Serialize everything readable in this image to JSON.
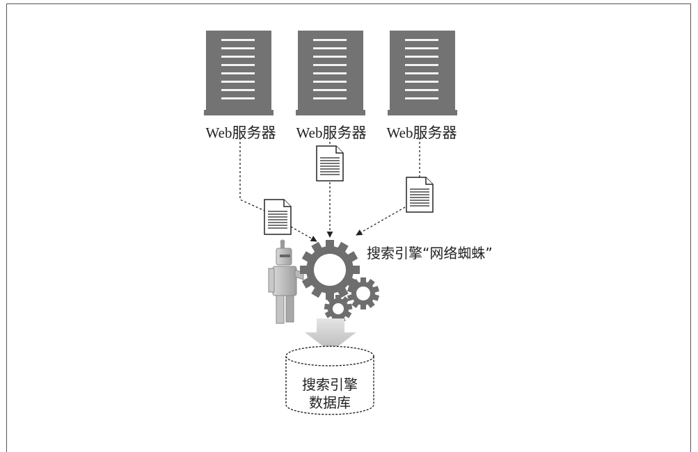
{
  "servers": [
    {
      "label": "Web服务器"
    },
    {
      "label": "Web服务器"
    },
    {
      "label": "Web服务器"
    }
  ],
  "spider": {
    "label": "搜索引擎“网络蜘蛛”"
  },
  "database": {
    "line1": "搜索引擎",
    "line2": "数据库"
  },
  "colors": {
    "server": "#737373",
    "server_slot": "#f2f2f2",
    "gear": "#6e6e6e",
    "robot": "#bdbdbd",
    "arrow": "#c8c8c8",
    "line": "#222222"
  },
  "icons": [
    "server-icon",
    "document-icon",
    "gear-icon",
    "robot-icon",
    "database-icon",
    "down-arrow-icon"
  ]
}
